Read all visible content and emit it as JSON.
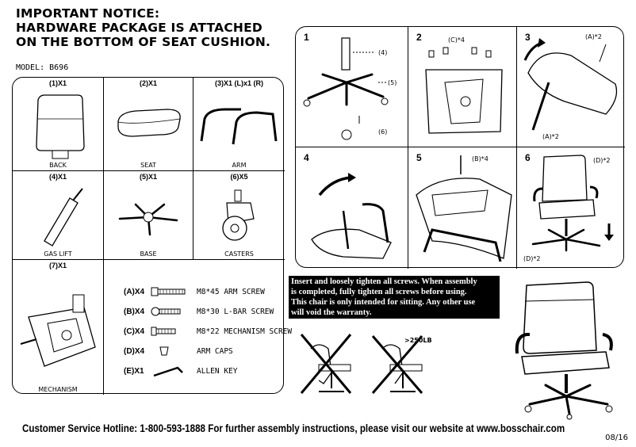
{
  "notice": {
    "line1": "IMPORTANT NOTICE:",
    "line2": "HARDWARE PACKAGE IS ATTACHED",
    "line3": "ON THE BOTTOM OF SEAT CUSHION."
  },
  "model": "MODEL: B696",
  "parts": [
    {
      "qty": "(1)X1",
      "label": "BACK"
    },
    {
      "qty": "(2)X1",
      "label": "SEAT"
    },
    {
      "qty": "(3)X1  (L)x1 (R)",
      "label": "ARM"
    },
    {
      "qty": "(4)X1",
      "label": "GAS LIFT"
    },
    {
      "qty": "(5)X1",
      "label": "BASE"
    },
    {
      "qty": "(6)X5",
      "label": "CASTERS"
    },
    {
      "qty": "(7)X1",
      "label": "MECHANISM"
    }
  ],
  "hardware": [
    {
      "code": "(A)X4",
      "desc": "M8*45  ARM SCREW"
    },
    {
      "code": "(B)X4",
      "desc": "M8*30  L-BAR SCREW"
    },
    {
      "code": "(C)X4",
      "desc": "M8*22  MECHANISM SCREW"
    },
    {
      "code": "(D)X4",
      "desc": "ARM CAPS"
    },
    {
      "code": "(E)X1",
      "desc": "ALLEN KEY"
    }
  ],
  "steps": [
    {
      "num": "1",
      "tags": [
        "(4)",
        "(5)",
        "(6)"
      ]
    },
    {
      "num": "2",
      "tags": [
        "(C)*4"
      ]
    },
    {
      "num": "3",
      "tags": [
        "(A)*2",
        "(A)*2"
      ]
    },
    {
      "num": "4",
      "tags": []
    },
    {
      "num": "5",
      "tags": [
        "(B)*4"
      ]
    },
    {
      "num": "6",
      "tags": [
        "(D)*2",
        "(D)*2"
      ]
    }
  ],
  "warning": {
    "line1": "Insert and loosely tighten all screws. When assembly",
    "line2": "is completed, fully tighten all screws before using.",
    "line3": "This chair is only intended for sitting. Any other use",
    "line4": "will void the warranty."
  },
  "weight_limit": ">250LB",
  "footer": "Customer Service Hotline: 1-800-593-1888   For further assembly instructions,   please visit our website at   www.bosschair.com",
  "page_number": "08/16"
}
